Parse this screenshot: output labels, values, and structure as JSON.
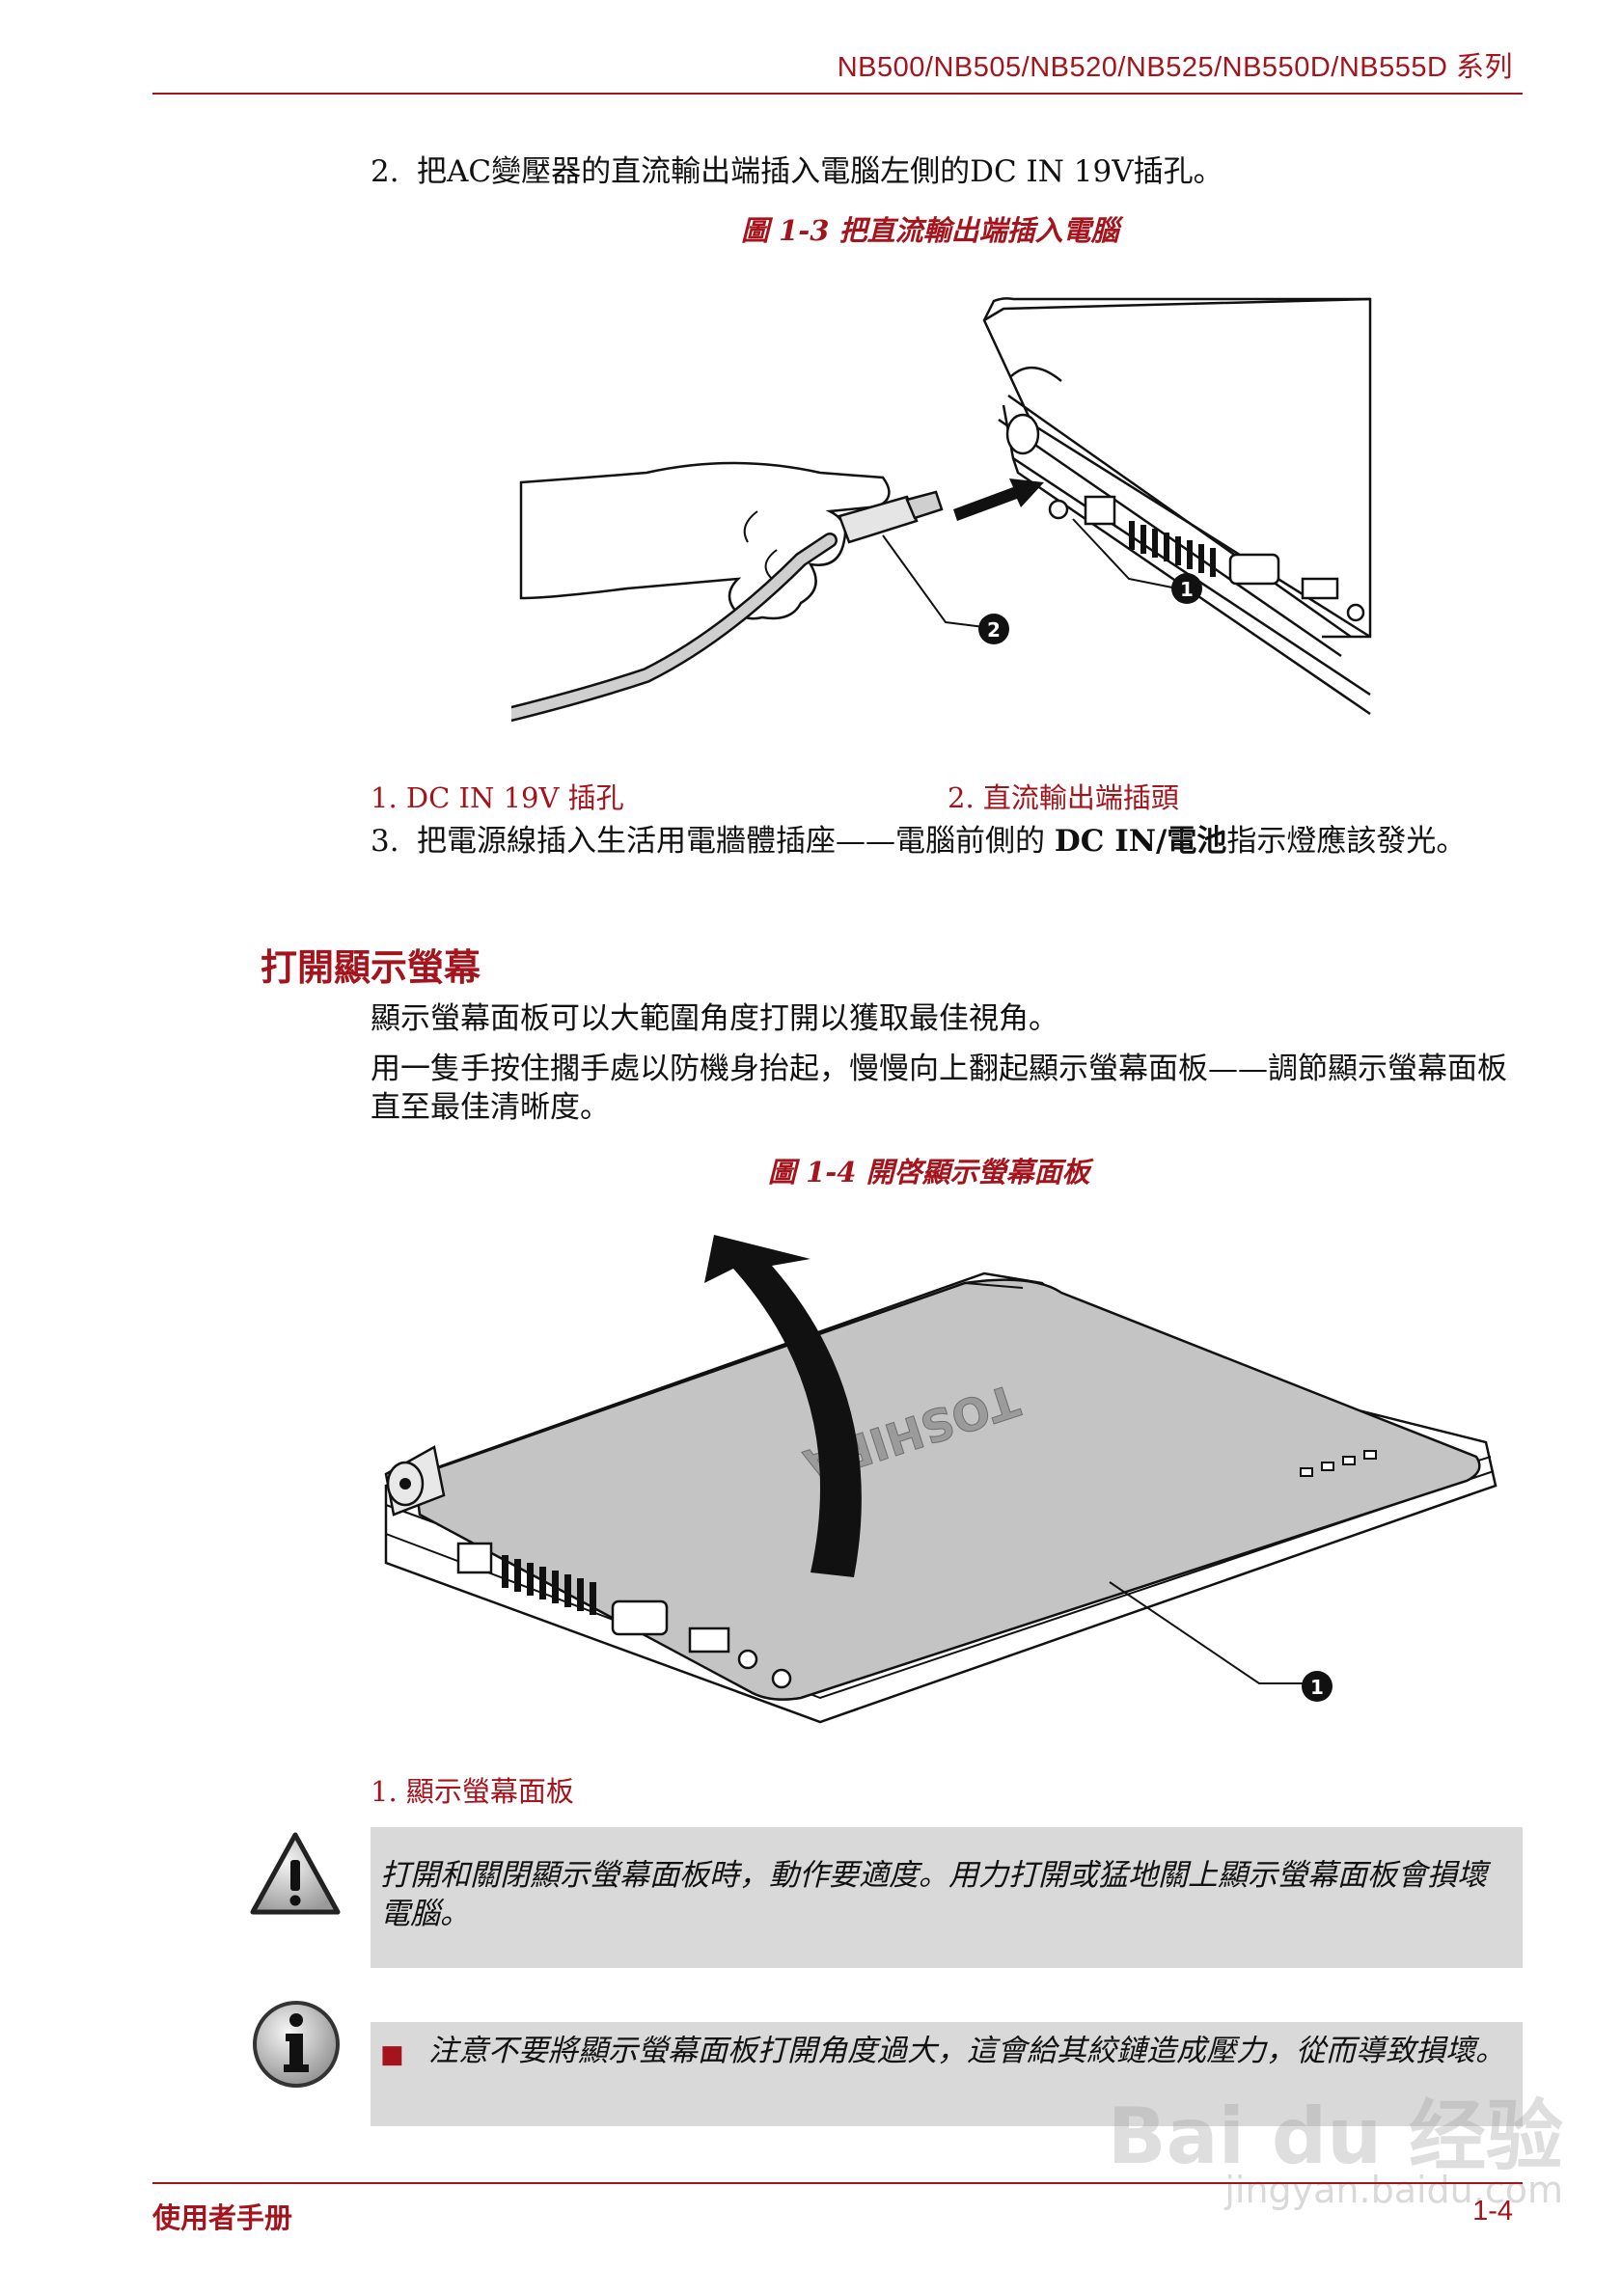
{
  "header": {
    "title": "NB500/NB505/NB520/NB525/NB550D/NB555D 系列"
  },
  "step2": {
    "number": "2.",
    "text": "把AC變壓器的直流輸出端插入電腦左側的DC IN 19V插孔。"
  },
  "figure1": {
    "caption": "圖 1-3 把直流輸出端插入電腦",
    "callouts": [
      "1",
      "2"
    ],
    "legend": [
      "1. DC IN 19V 插孔",
      "2. 直流輸出端插頭"
    ]
  },
  "step3": {
    "number": "3.",
    "text_a": "把電源線插入生活用電牆體插座——電腦前側的 ",
    "text_bold": "DC IN/電池",
    "text_b": "指示燈應該發光。"
  },
  "section": {
    "title": "打開顯示螢幕"
  },
  "paragraphs": [
    "顯示螢幕面板可以大範圍角度打開以獲取最佳視角。",
    "用一隻手按住擱手處以防機身抬起，慢慢向上翻起顯示螢幕面板——調節顯示螢幕面板直至最佳清晰度。"
  ],
  "figure2": {
    "caption": "圖 1-4 開啓顯示螢幕面板",
    "brand": "TOSHIBA",
    "callouts": [
      "1"
    ],
    "legend": [
      "1. 顯示螢幕面板"
    ]
  },
  "caution": {
    "icon": "warning-icon",
    "text": "打開和關閉顯示螢幕面板時，動作要適度。用力打開或猛地關上顯示螢幕面板會損壞電腦。"
  },
  "info": {
    "icon": "info-icon",
    "bullet": "■",
    "text": "注意不要將顯示螢幕面板打開角度過大，這會給其絞鏈造成壓力，從而導致損壞。"
  },
  "footer": {
    "left": "使用者手册",
    "right": "1-4"
  },
  "watermark": {
    "text": "Bai du 经验",
    "url": "jingyan.baidu.com"
  },
  "colors": {
    "accent": "#a5141c",
    "note_bg": "#d9d9d9"
  }
}
